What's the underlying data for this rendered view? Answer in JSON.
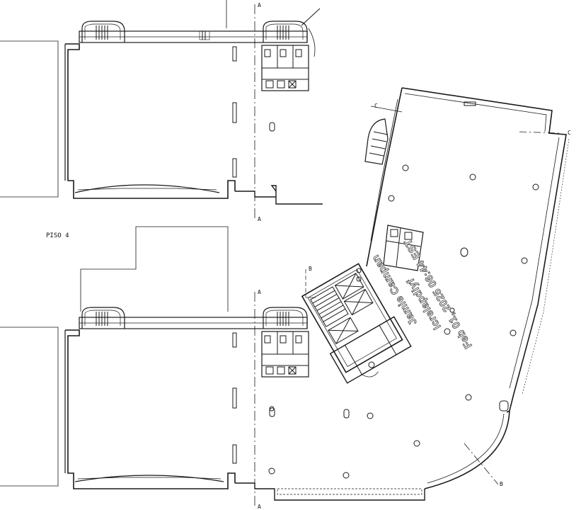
{
  "plan": {
    "floor_label": "PISO 4",
    "section_marks": {
      "a": "A",
      "b": "B",
      "c": "C"
    },
    "watermark": [
      "Feb 01, 2025 06:44 EST",
      "lcrelapdiyf",
      "Jamie Campan"
    ]
  },
  "colors": {
    "line": "#1a1a1a",
    "fill": "#ffffff",
    "watermark_stroke": "#555555"
  }
}
